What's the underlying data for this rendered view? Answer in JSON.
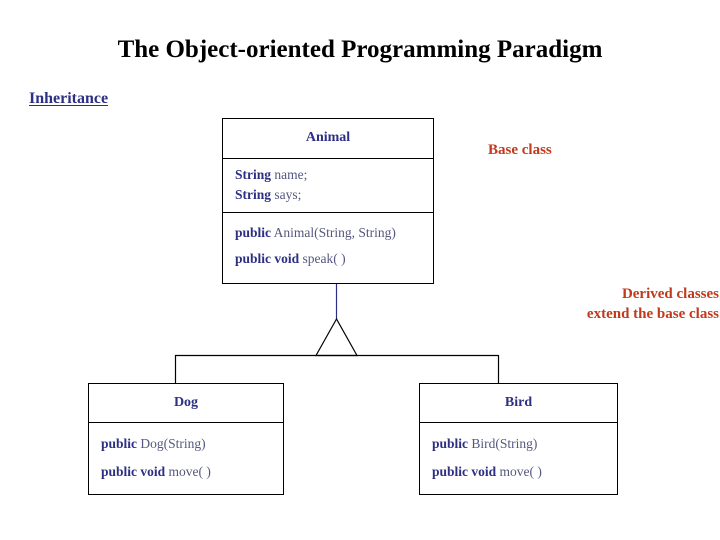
{
  "slide": {
    "title": "The Object-oriented Programming Paradigm",
    "section_heading": "Inheritance",
    "colors": {
      "title": "#000000",
      "heading": "#2d2f83",
      "class_name": "#2d2f83",
      "keyword": "#2d2f83",
      "identifier": "#55577f",
      "annotation": "#c0391b",
      "line": "#000000",
      "background": "#ffffff"
    }
  },
  "diagram": {
    "type": "uml-class-diagram",
    "relationship": "generalization",
    "classes": [
      {
        "id": "animal",
        "name": "Animal",
        "role": "base",
        "fields": [
          {
            "keyword": "String",
            "rest": " name;"
          },
          {
            "keyword": "String",
            "rest": " says;"
          }
        ],
        "methods": [
          {
            "keyword": "public",
            "rest": " Animal(String, String)"
          },
          {
            "keyword": "public void",
            "rest": " speak( )"
          }
        ]
      },
      {
        "id": "dog",
        "name": "Dog",
        "role": "derived",
        "fields": [],
        "methods": [
          {
            "keyword": "public",
            "rest": " Dog(String)"
          },
          {
            "keyword": "public void",
            "rest": " move( )"
          }
        ]
      },
      {
        "id": "bird",
        "name": "Bird",
        "role": "derived",
        "fields": [],
        "methods": [
          {
            "keyword": "public",
            "rest": " Bird(String)"
          },
          {
            "keyword": "public void",
            "rest": " move( )"
          }
        ]
      }
    ],
    "annotations": {
      "base_class": "Base class",
      "derived_classes_line1": "Derived classes",
      "derived_classes_line2": "extend the base class"
    }
  }
}
